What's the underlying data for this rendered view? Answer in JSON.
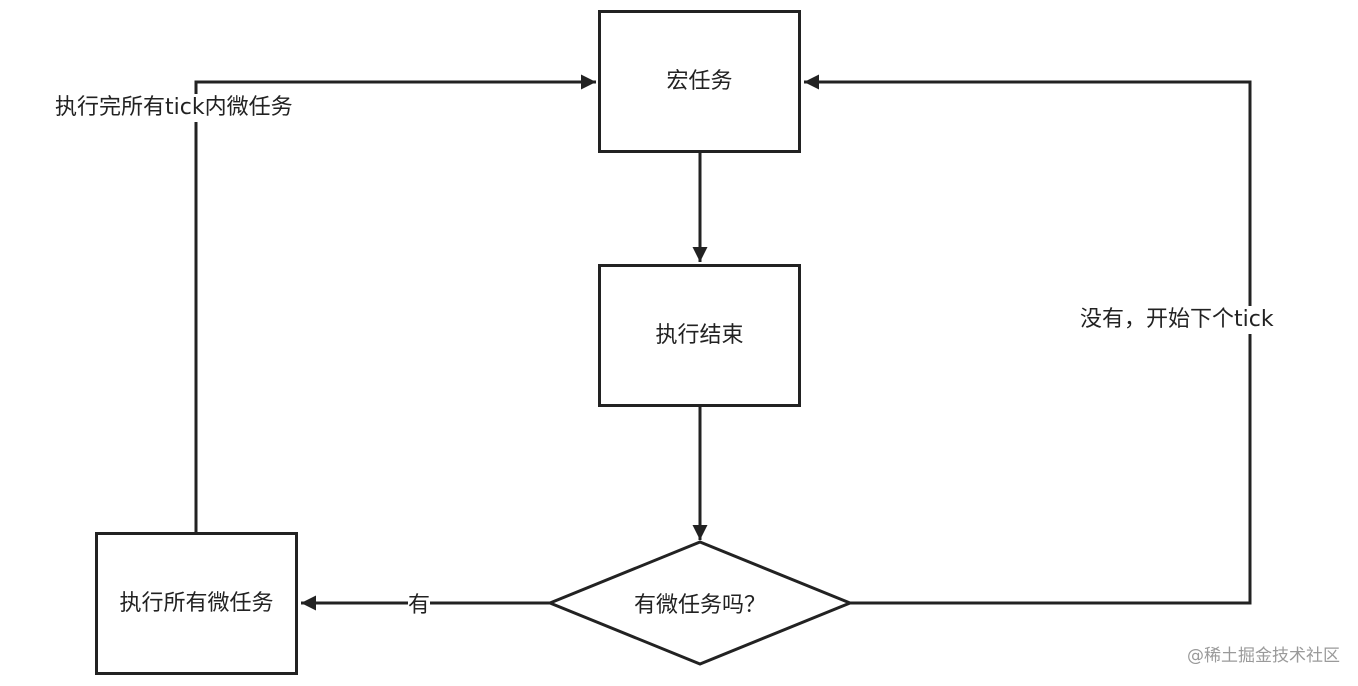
{
  "nodes": {
    "macro_task": "宏任务",
    "exec_end": "执行结束",
    "has_micro": "有微任务吗？",
    "exec_all_micro": "执行所有微任务"
  },
  "edge_labels": {
    "after_all_micro": "执行完所有tick内微任务",
    "no_next_tick": "没有，开始下个tick",
    "yes": "有"
  },
  "watermark": "@稀土掘金技术社区",
  "colors": {
    "stroke": "#222222",
    "background": "#ffffff",
    "watermark": "#9a9a9a"
  }
}
